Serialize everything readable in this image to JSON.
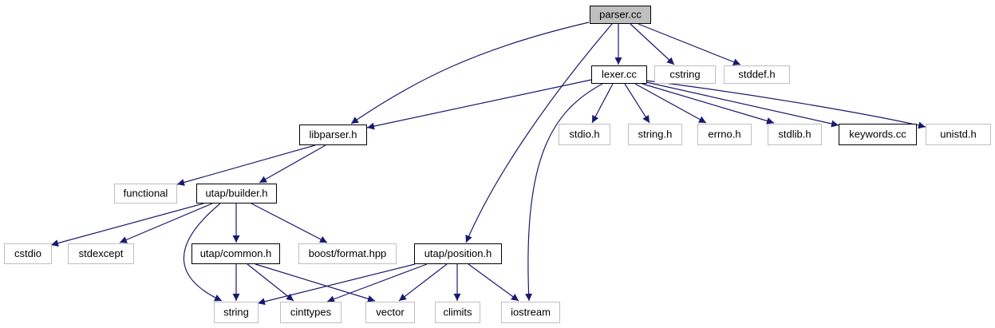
{
  "graph": {
    "colors": {
      "edge": "#191970",
      "documented_border": "#000000",
      "external_border": "#bfbfbf",
      "root_fill": "#bfbfbf",
      "node_fill": "#ffffff"
    },
    "nodes": [
      {
        "id": "parser_cc",
        "label": "parser.cc",
        "kind": "root"
      },
      {
        "id": "lexer_cc",
        "label": "lexer.cc",
        "kind": "documented"
      },
      {
        "id": "cstring",
        "label": "cstring",
        "kind": "external"
      },
      {
        "id": "stddef_h",
        "label": "stddef.h",
        "kind": "external"
      },
      {
        "id": "libparser_h",
        "label": "libparser.h",
        "kind": "documented"
      },
      {
        "id": "stdio_h",
        "label": "stdio.h",
        "kind": "external"
      },
      {
        "id": "string_h",
        "label": "string.h",
        "kind": "external"
      },
      {
        "id": "errno_h",
        "label": "errno.h",
        "kind": "external"
      },
      {
        "id": "stdlib_h",
        "label": "stdlib.h",
        "kind": "external"
      },
      {
        "id": "keywords_cc",
        "label": "keywords.cc",
        "kind": "documented"
      },
      {
        "id": "unistd_h",
        "label": "unistd.h",
        "kind": "external"
      },
      {
        "id": "functional",
        "label": "functional",
        "kind": "external"
      },
      {
        "id": "utap_builder_h",
        "label": "utap/builder.h",
        "kind": "documented"
      },
      {
        "id": "cstdio",
        "label": "cstdio",
        "kind": "external"
      },
      {
        "id": "stdexcept",
        "label": "stdexcept",
        "kind": "external"
      },
      {
        "id": "utap_common_h",
        "label": "utap/common.h",
        "kind": "documented"
      },
      {
        "id": "boost_format_hpp",
        "label": "boost/format.hpp",
        "kind": "external"
      },
      {
        "id": "utap_position_h",
        "label": "utap/position.h",
        "kind": "documented"
      },
      {
        "id": "string",
        "label": "string",
        "kind": "external"
      },
      {
        "id": "cinttypes",
        "label": "cinttypes",
        "kind": "external"
      },
      {
        "id": "vector",
        "label": "vector",
        "kind": "external"
      },
      {
        "id": "climits",
        "label": "climits",
        "kind": "external"
      },
      {
        "id": "iostream",
        "label": "iostream",
        "kind": "external"
      }
    ],
    "edges": [
      {
        "from": "parser_cc",
        "to": "lexer_cc"
      },
      {
        "from": "parser_cc",
        "to": "cstring"
      },
      {
        "from": "parser_cc",
        "to": "stddef_h"
      },
      {
        "from": "parser_cc",
        "to": "libparser_h"
      },
      {
        "from": "parser_cc",
        "to": "utap_position_h"
      },
      {
        "from": "lexer_cc",
        "to": "libparser_h"
      },
      {
        "from": "lexer_cc",
        "to": "stdio_h"
      },
      {
        "from": "lexer_cc",
        "to": "string_h"
      },
      {
        "from": "lexer_cc",
        "to": "errno_h"
      },
      {
        "from": "lexer_cc",
        "to": "stdlib_h"
      },
      {
        "from": "lexer_cc",
        "to": "keywords_cc"
      },
      {
        "from": "lexer_cc",
        "to": "unistd_h"
      },
      {
        "from": "lexer_cc",
        "to": "iostream"
      },
      {
        "from": "libparser_h",
        "to": "functional"
      },
      {
        "from": "libparser_h",
        "to": "utap_builder_h"
      },
      {
        "from": "utap_builder_h",
        "to": "cstdio"
      },
      {
        "from": "utap_builder_h",
        "to": "stdexcept"
      },
      {
        "from": "utap_builder_h",
        "to": "utap_common_h"
      },
      {
        "from": "utap_builder_h",
        "to": "boost_format_hpp"
      },
      {
        "from": "utap_builder_h",
        "to": "string"
      },
      {
        "from": "utap_common_h",
        "to": "string"
      },
      {
        "from": "utap_common_h",
        "to": "cinttypes"
      },
      {
        "from": "utap_common_h",
        "to": "vector"
      },
      {
        "from": "utap_position_h",
        "to": "string"
      },
      {
        "from": "utap_position_h",
        "to": "cinttypes"
      },
      {
        "from": "utap_position_h",
        "to": "vector"
      },
      {
        "from": "utap_position_h",
        "to": "climits"
      },
      {
        "from": "utap_position_h",
        "to": "iostream"
      }
    ]
  }
}
